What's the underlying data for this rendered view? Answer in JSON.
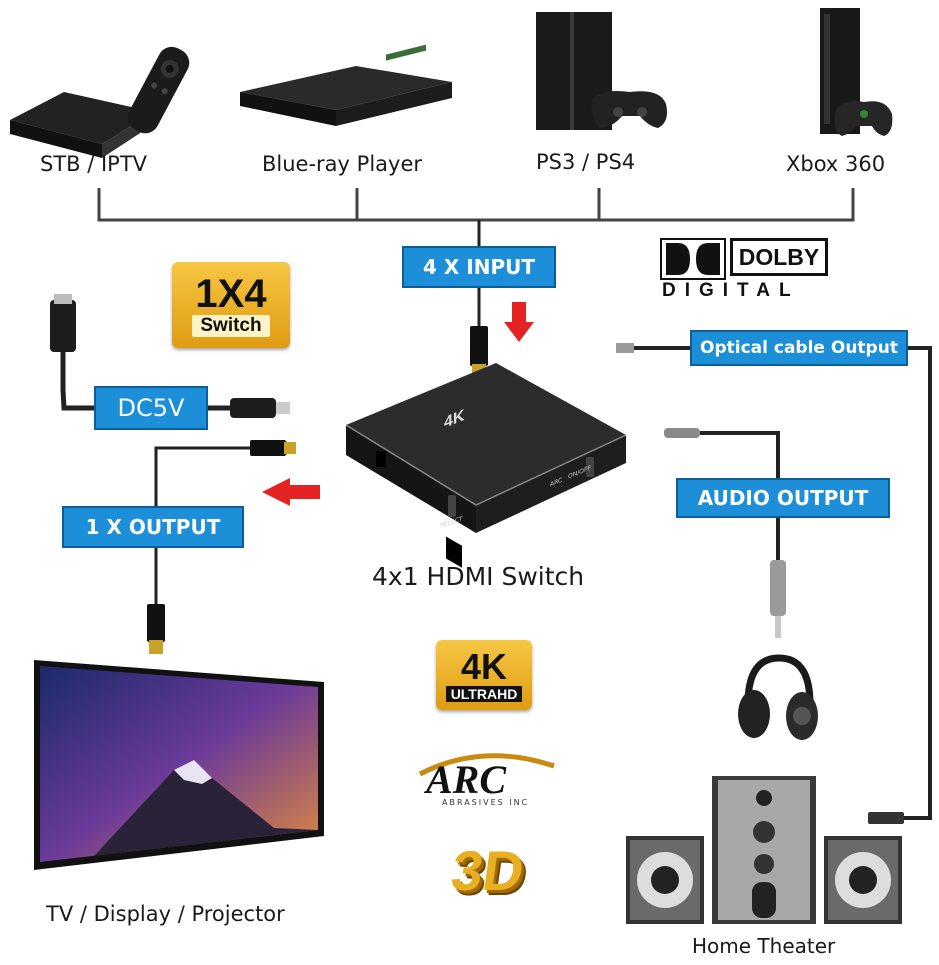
{
  "devices": {
    "stb": "STB / IPTV",
    "bluray": "Blue-ray Player",
    "ps": "PS3 / PS4",
    "xbox": "Xbox 360"
  },
  "boxes": {
    "input": "4 X INPUT",
    "dc": "DC5V",
    "output": "1 X OUTPUT",
    "optical": "Optical cable Output",
    "audio": "AUDIO OUTPUT"
  },
  "badges": {
    "switch_top": "1X4",
    "switch_bottom": "Switch",
    "ultra_top": "4K",
    "ultra_bottom": "ULTRAHD",
    "arc": "ARC",
    "arc_sub": "ABRASIVES INC",
    "three_d": "3D"
  },
  "dolby": {
    "word": "DOLBY",
    "sub": "DIGITAL"
  },
  "device_caption": "4x1 HDMI Switch",
  "device_print": {
    "brand": "4K",
    "select": "SELECT",
    "arc": "ARC",
    "onoff": "ON/OFF"
  },
  "outputs": {
    "tv": "TV / Display / Projector",
    "home": "Home Theater"
  },
  "colors": {
    "blue": "#1c8fd8",
    "red": "#e52222",
    "gold": "#f0b429"
  }
}
